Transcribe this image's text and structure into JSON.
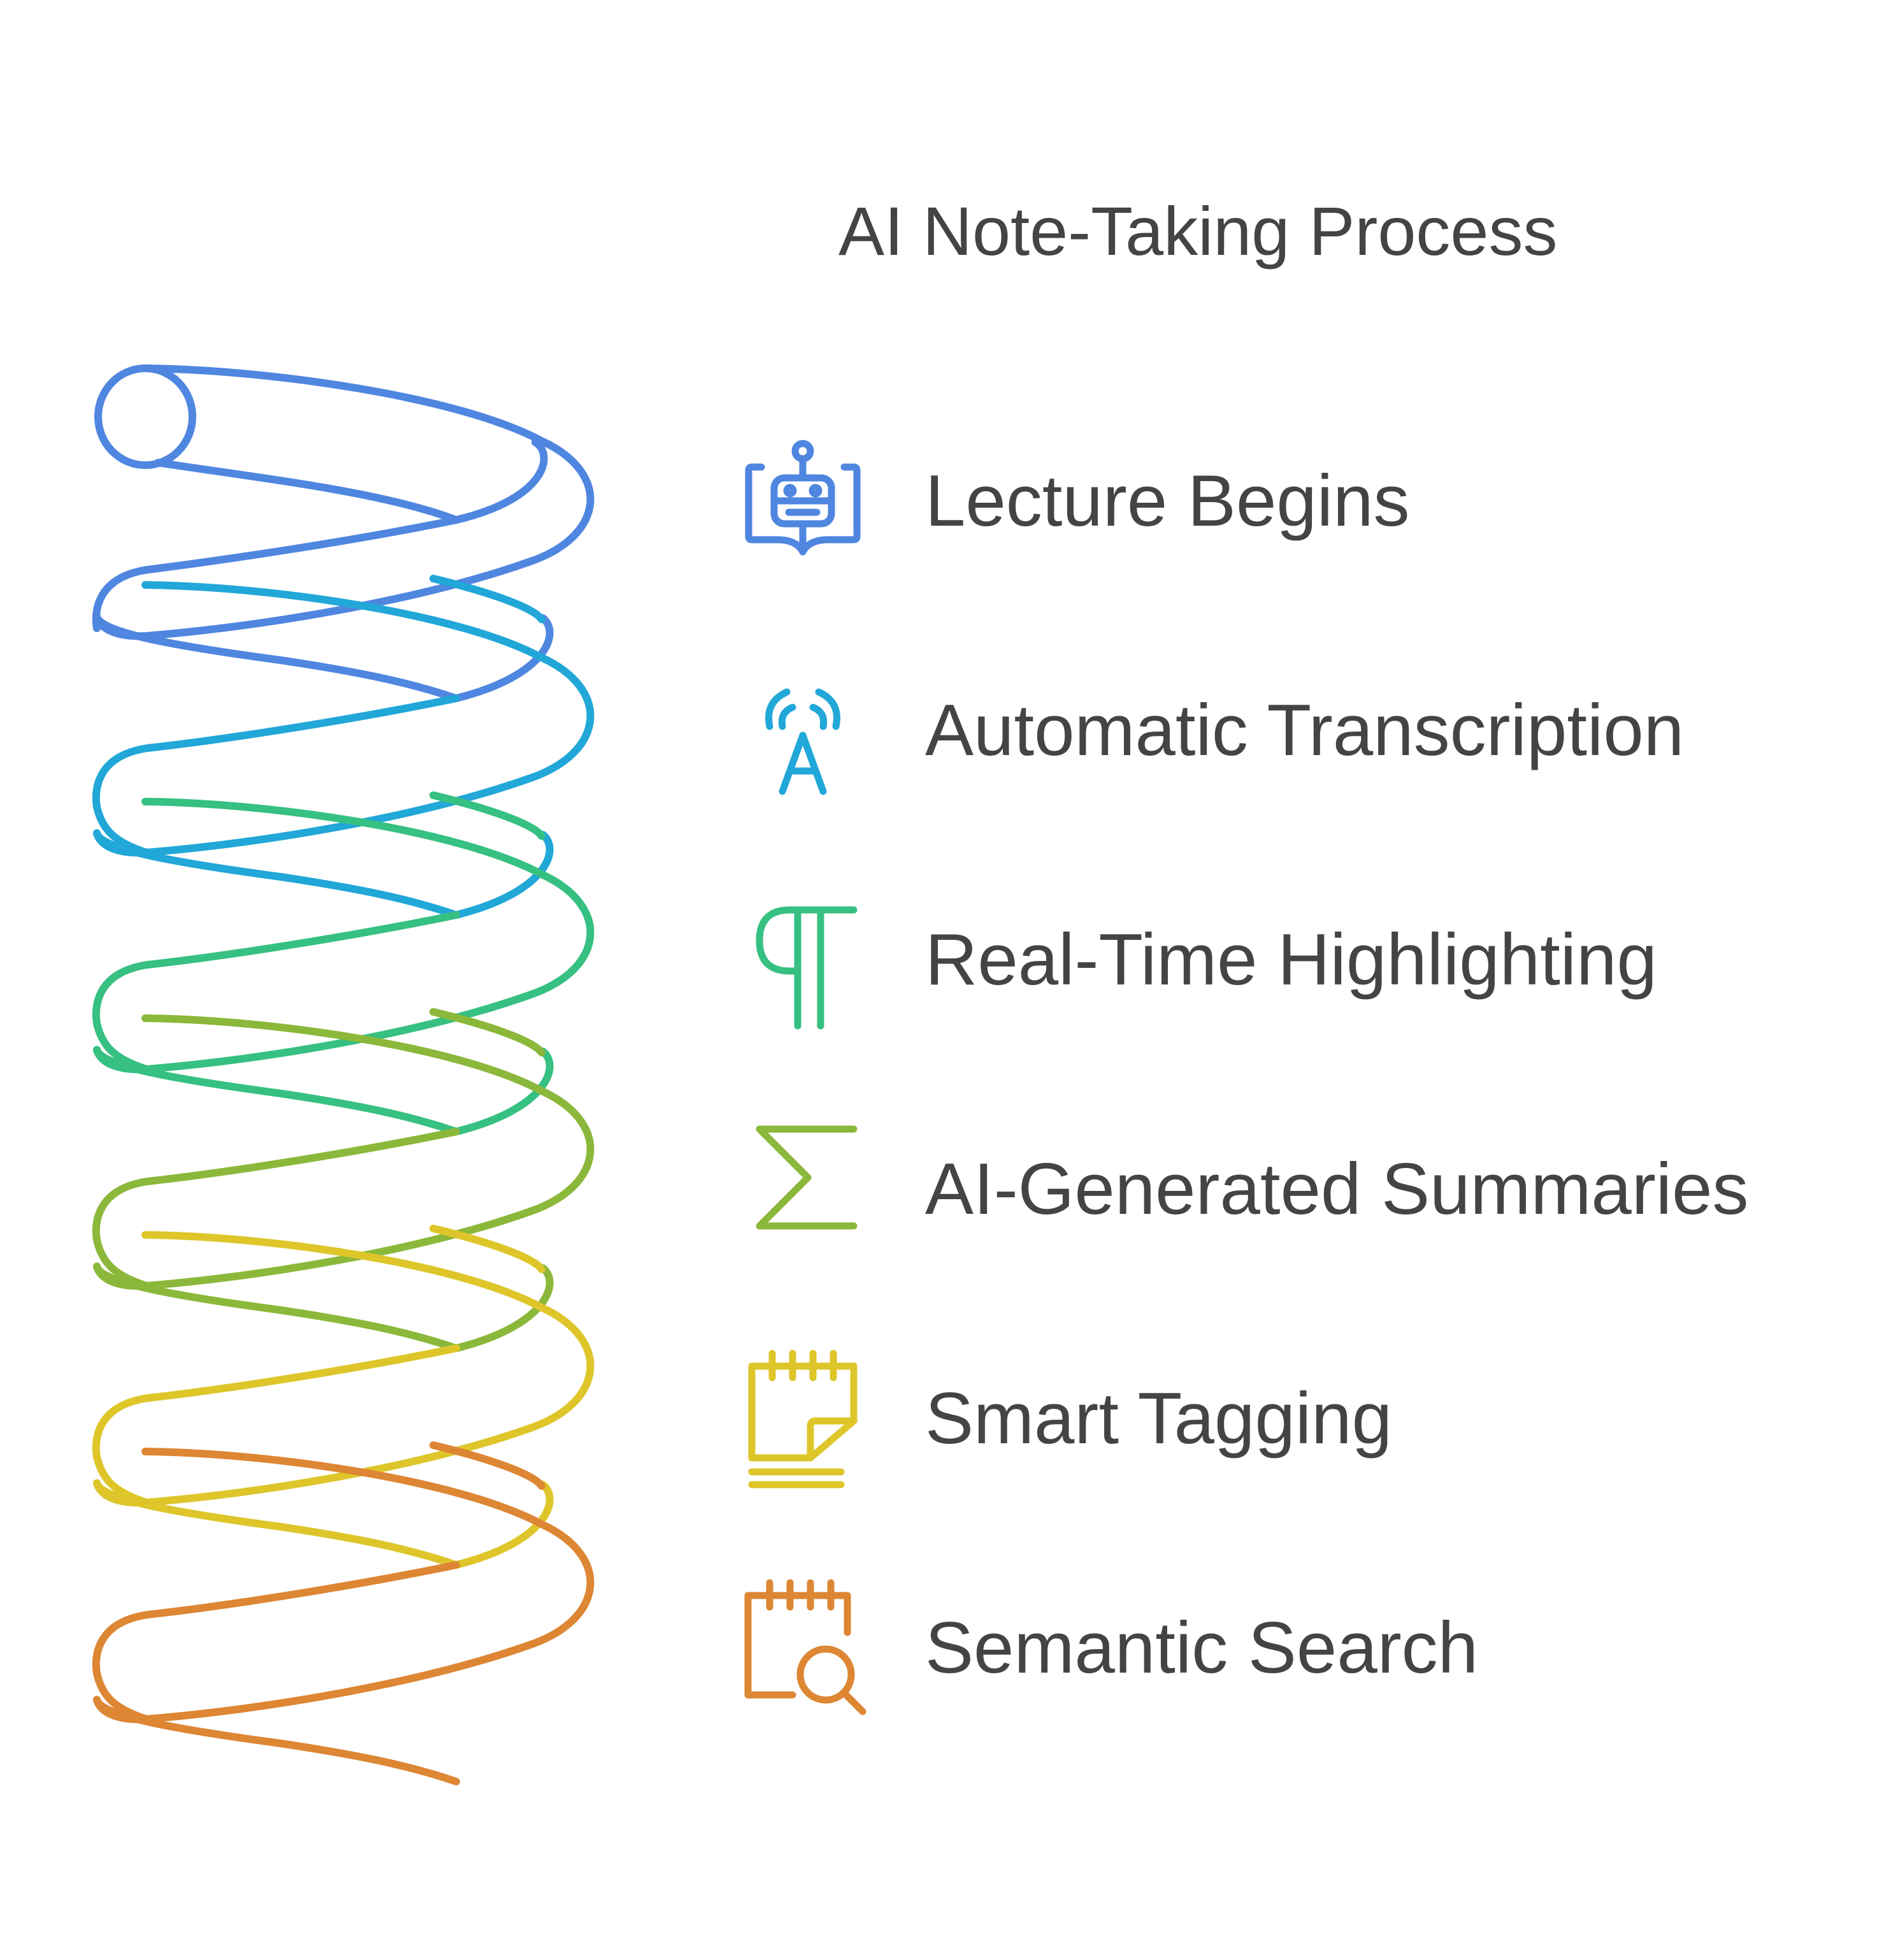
{
  "title": "AI Note-Taking Process",
  "steps": [
    {
      "label": "Lecture Begins",
      "icon": "robot-book-icon",
      "color": "#4F86E0"
    },
    {
      "label": "Automatic Transcription",
      "icon": "voice-to-text-icon",
      "color": "#21A7D8"
    },
    {
      "label": "Real-Time Highlighting",
      "icon": "pilcrow-icon",
      "color": "#36C081"
    },
    {
      "label": "AI-Generated Summaries",
      "icon": "sigma-icon",
      "color": "#8BB83A"
    },
    {
      "label": "Smart Tagging",
      "icon": "sticky-note-icon",
      "color": "#DEC62A"
    },
    {
      "label": "Semantic Search",
      "icon": "calendar-search-icon",
      "color": "#DD8634"
    }
  ]
}
